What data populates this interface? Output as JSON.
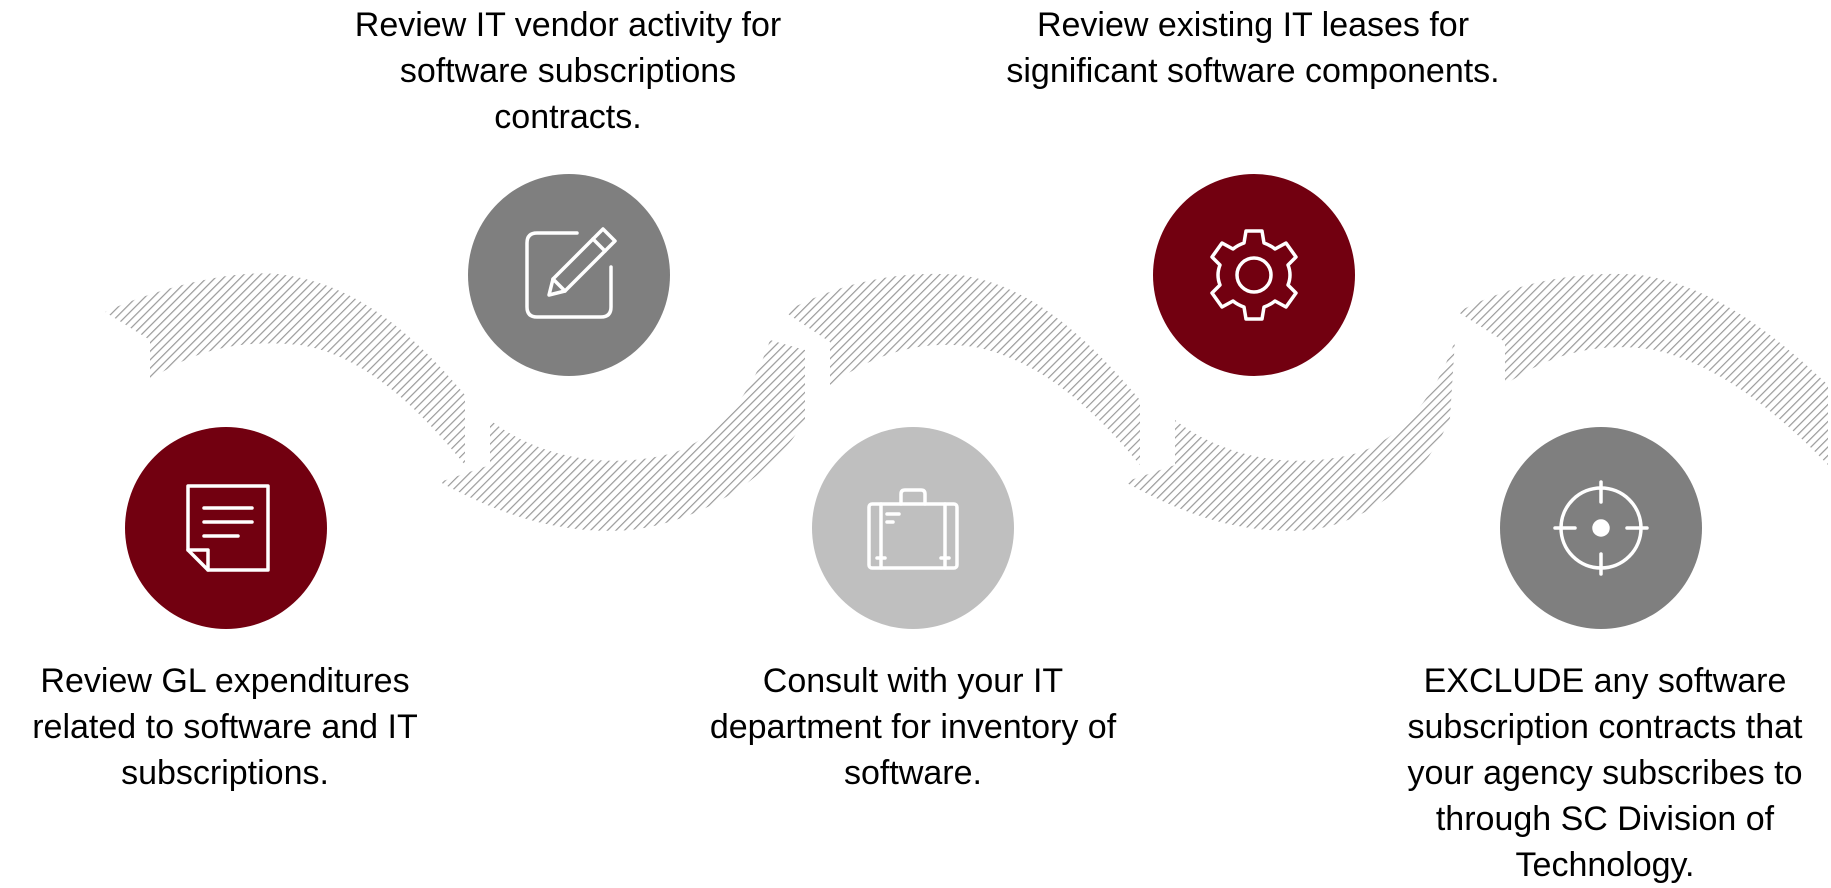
{
  "colors": {
    "dark_red": "#720010",
    "dark_gray": "#7f7f7f",
    "light_gray": "#bfbfbf",
    "ribbon_hatch": "#9a9a9a",
    "icon_stroke": "#ffffff"
  },
  "steps": [
    {
      "text": "Review GL expenditures related to software and IT subscriptions.",
      "icon": "document-icon",
      "circle_color": "#720010"
    },
    {
      "text": "Review IT vendor activity for software subscriptions contracts.",
      "icon": "edit-pencil-icon",
      "circle_color": "#7f7f7f"
    },
    {
      "text": "Consult with your IT department for inventory of software.",
      "icon": "briefcase-icon",
      "circle_color": "#bfbfbf"
    },
    {
      "text": "Review existing IT leases for significant software components.",
      "icon": "gear-icon",
      "circle_color": "#720010"
    },
    {
      "text": "EXCLUDE any software subscription contracts that your agency subscribes to through SC Division of Technology.",
      "icon": "target-crosshair-icon",
      "circle_color": "#7f7f7f"
    }
  ]
}
